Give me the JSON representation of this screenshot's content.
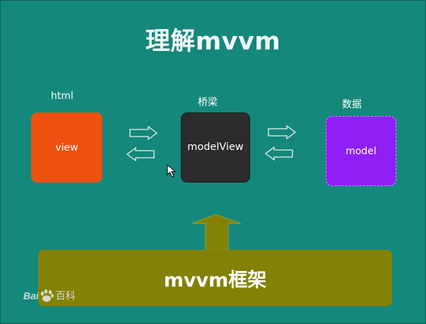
{
  "title": "理解mvvm",
  "labels": {
    "html": "html",
    "bridge": "桥梁",
    "data": "数据"
  },
  "boxes": {
    "view": "view",
    "modelview": "modelView",
    "model": "model"
  },
  "framework": "mvvm框架",
  "watermark": {
    "brand": "Bai",
    "suffix": "百科",
    "logo": "paw-print-logo"
  },
  "colors": {
    "background": "#14887a",
    "view": "#f05010",
    "modelview": "#2c2c2c",
    "model": "#8f1ff5",
    "framework": "#838206",
    "up_arrow": "#838206",
    "side_arrows": "#14887a"
  },
  "icons": {
    "cursor": "mouse-cursor-icon",
    "arrows": [
      "arrow-right-icon",
      "arrow-left-icon",
      "arrow-up-icon"
    ]
  }
}
